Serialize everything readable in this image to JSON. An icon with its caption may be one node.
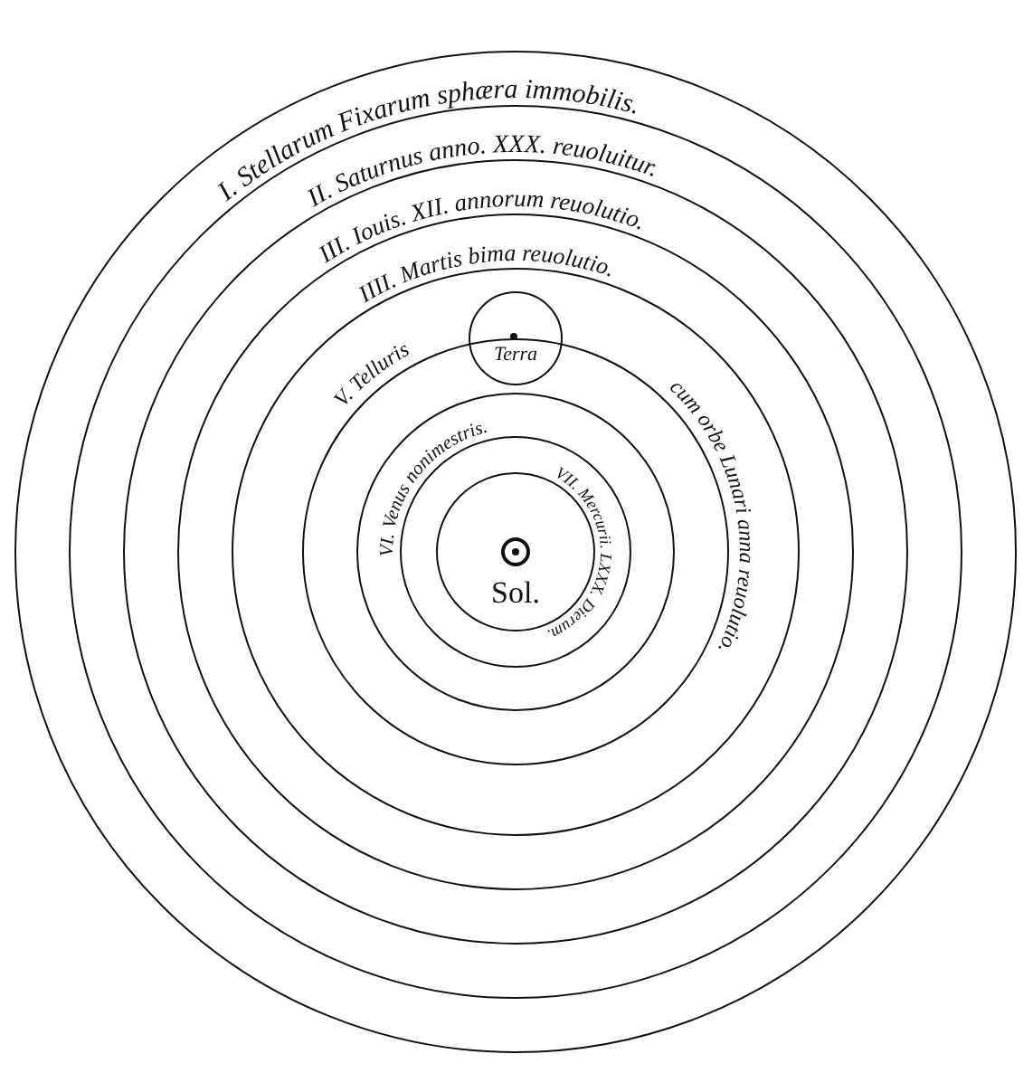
{
  "diagram": {
    "nodes": [
      {
        "text": [
          "Terra"
        ]
      },
      {
        "text": [],
        "shape": "circle",
        "beside": [
          "Sol."
        ]
      }
    ],
    "labels": [
      "I. Stellarum Fixarum sphæra immobilis.",
      "II. Saturnus anno. XXX. reuoluitur.",
      "III. Iouis. XII. annorum reuolutio.",
      "IIII. Martis bima reuolutio.",
      "V. Telluris",
      "cum orbe Lunari anna reuolutio.",
      "VI. Venus nonimestris.",
      "VII. Mercurii. LXXX. Dierum."
    ]
  }
}
